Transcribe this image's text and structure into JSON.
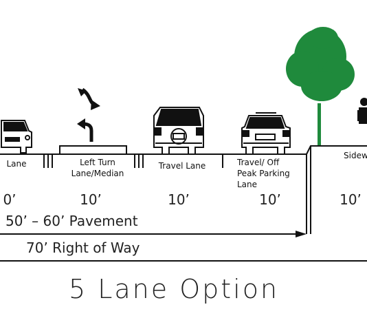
{
  "lanes": [
    {
      "label": "Lane",
      "width": "0’"
    },
    {
      "label_line1": "Left Turn",
      "label_line2": "Lane/Median",
      "width": "10’"
    },
    {
      "label": "Travel Lane",
      "width": "10’"
    },
    {
      "label_line1": "Travel/ Off",
      "label_line2": "Peak Parking",
      "label_line3": "Lane",
      "width": "10’"
    },
    {
      "label": "Sidew",
      "width": "10’"
    }
  ],
  "pavement_label": "50’ – 60’ Pavement",
  "row_label": "70’ Right of Way",
  "title": "5 Lane Option",
  "colors": {
    "tree": "#1f8a3c",
    "line": "#111111"
  }
}
